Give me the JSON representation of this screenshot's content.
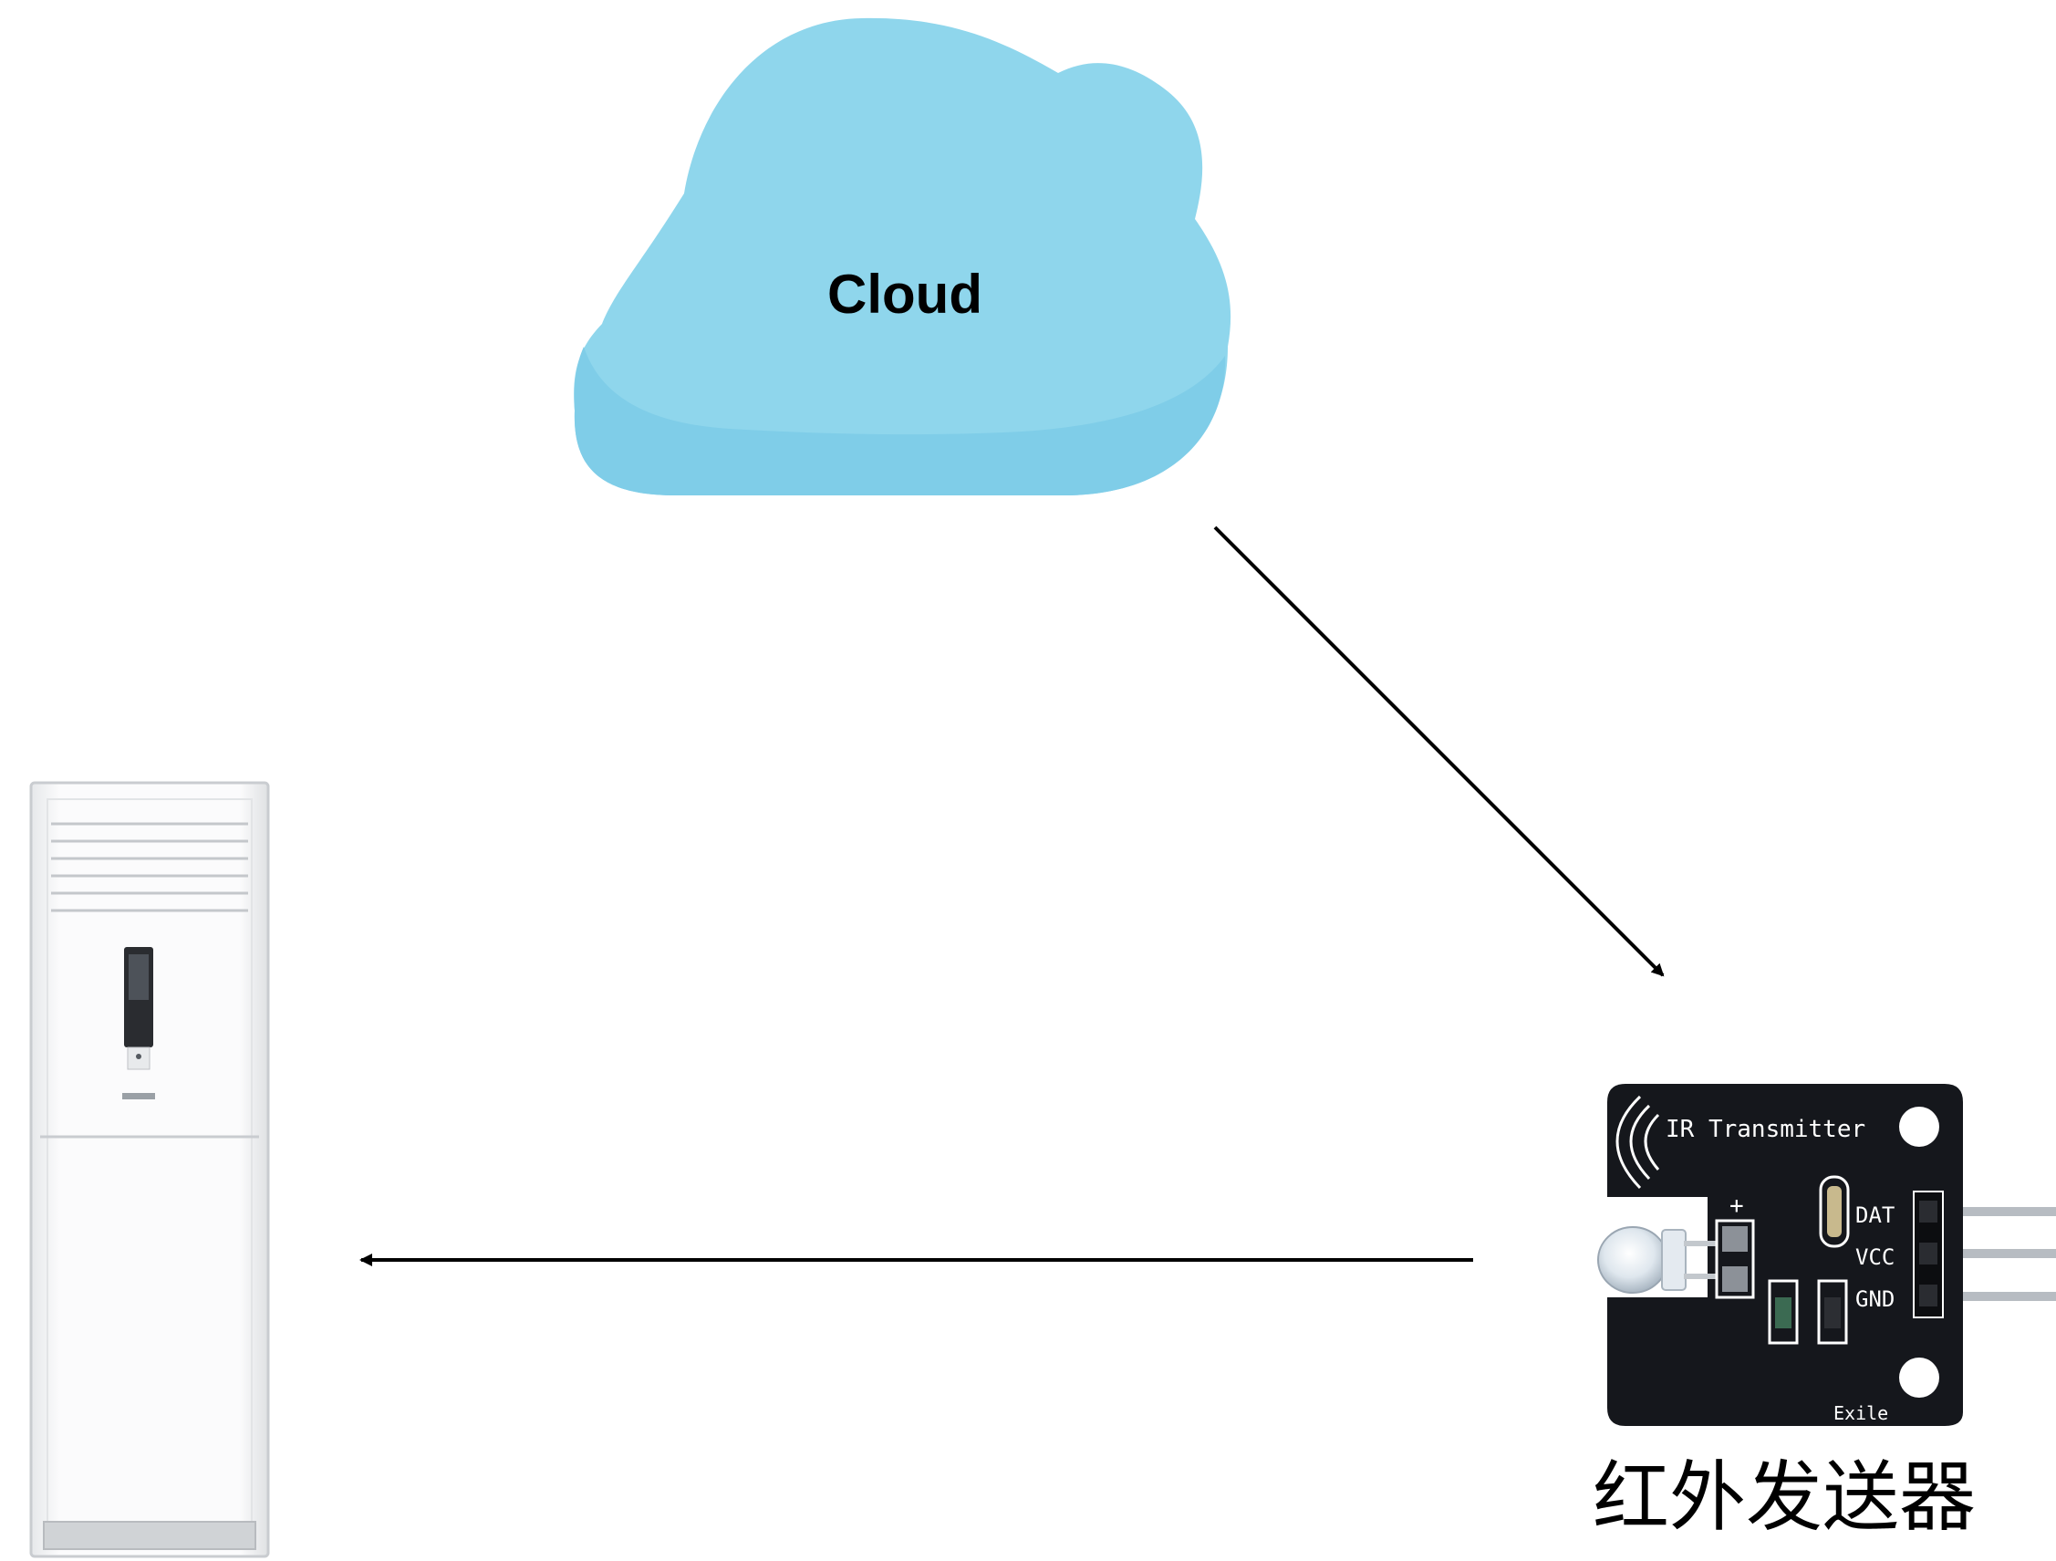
{
  "diagram": {
    "cloud": {
      "label": "Cloud",
      "fill": "#8fd6ec",
      "shade": "#7fcde8"
    },
    "ir_module": {
      "board_title": "IR Transmitter",
      "pins": [
        "DAT",
        "VCC",
        "GND"
      ],
      "brand": "Exile",
      "caption": "红外发送器",
      "board_color": "#15171c"
    },
    "air_conditioner": {
      "body_color": "#f4f5f6"
    },
    "edges": [
      {
        "from": "cloud",
        "to": "ir_module",
        "arrow": "end"
      },
      {
        "from": "ir_module",
        "to": "air_conditioner",
        "arrow": "end"
      }
    ]
  }
}
